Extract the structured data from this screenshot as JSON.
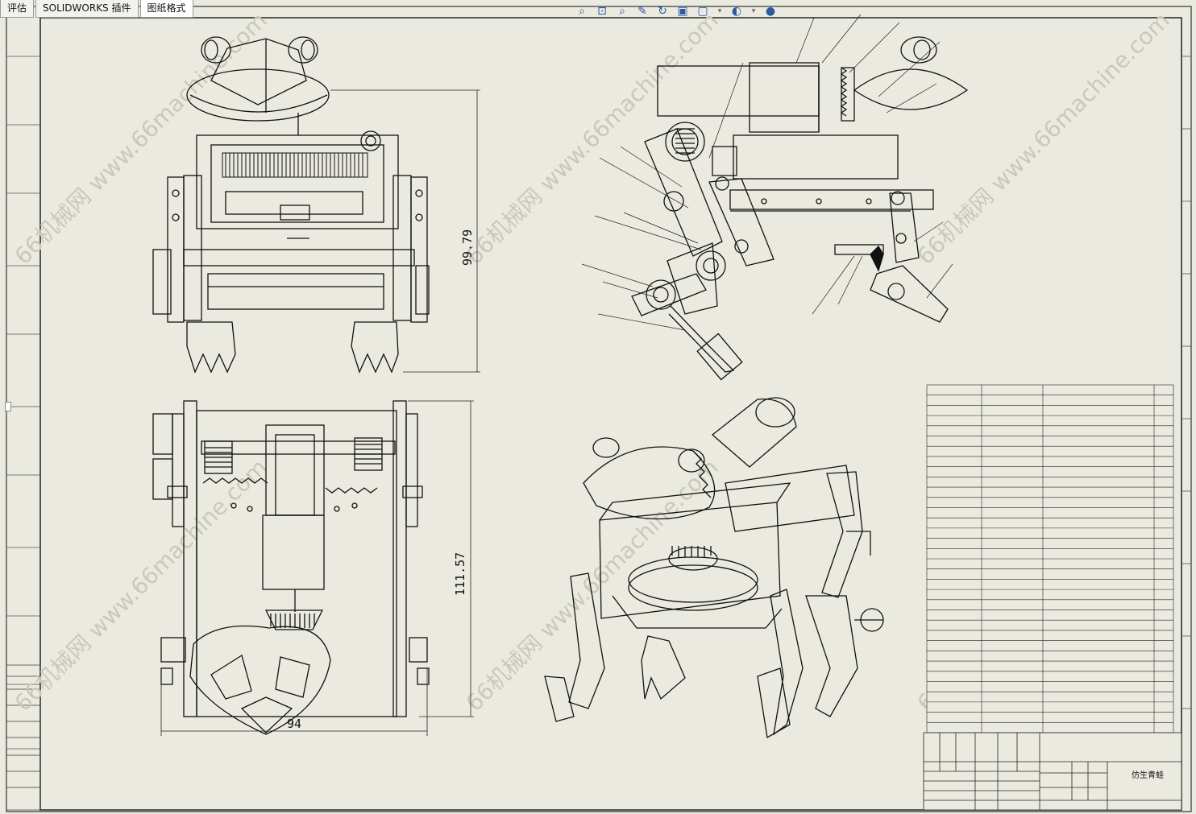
{
  "tabs": [
    {
      "label": "评估",
      "active": false
    },
    {
      "label": "SOLIDWORKS 插件",
      "active": false
    },
    {
      "label": "图纸格式",
      "active": true
    }
  ],
  "view_toolbar": {
    "icons": [
      "zoom-to-fit-icon",
      "zoom-area-icon",
      "zoom-in-out-icon",
      "pan-icon",
      "rotate-icon",
      "view-orientation-icon",
      "hide-show-icon",
      "display-style-icon",
      "appearance-icon"
    ]
  },
  "drawing": {
    "dimensions": {
      "front_height": "99.79",
      "top_height": "111.57",
      "top_width": "94"
    },
    "watermark": "66机械网 www.66machine.com",
    "title_block": {
      "part_name": "仿生青蛙"
    }
  },
  "colors": {
    "sheet": "#ebeae0",
    "line": "#111111",
    "border": "#333333",
    "watermark": "#c9c8bd"
  }
}
